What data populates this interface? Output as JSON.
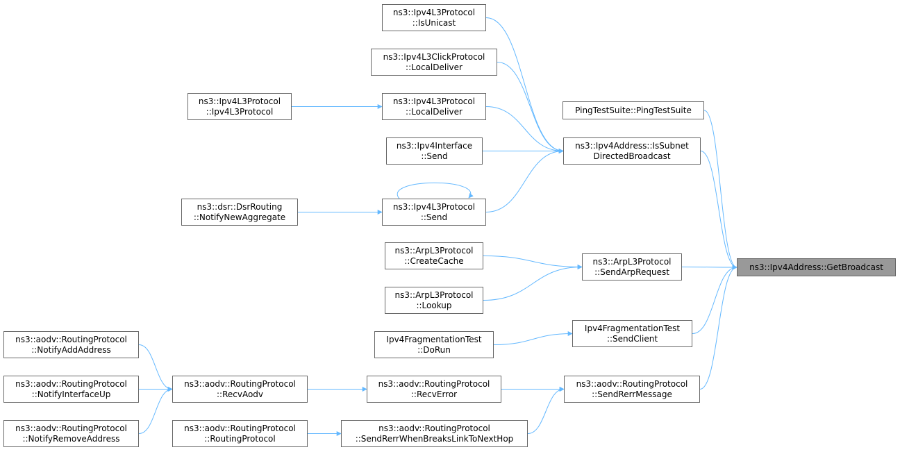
{
  "colors": {
    "edge": "#63b8ff",
    "border": "#666666",
    "focus_fill": "#999999"
  },
  "nodes": {
    "isunicast": {
      "line1": "ns3::Ipv4L3Protocol",
      "line2": "::IsUnicast"
    },
    "clicklocal": {
      "line1": "ns3::Ipv4L3ClickProtocol",
      "line2": "::LocalDeliver"
    },
    "ipv4l3ctor": {
      "line1": "ns3::Ipv4L3Protocol",
      "line2": "::Ipv4L3Protocol"
    },
    "localdeliver": {
      "line1": "ns3::Ipv4L3Protocol",
      "line2": "::LocalDeliver"
    },
    "ifsend": {
      "line1": "ns3::Ipv4Interface",
      "line2": "::Send"
    },
    "dsrnotify": {
      "line1": "ns3::dsr::DsrRouting",
      "line2": "::NotifyNewAggregate"
    },
    "l3send": {
      "line1": "ns3::Ipv4L3Protocol",
      "line2": "::Send"
    },
    "pingtest": {
      "line1": "PingTestSuite::PingTestSuite"
    },
    "subnetbcast": {
      "line1": "ns3::Ipv4Address::IsSubnet",
      "line2": "DirectedBroadcast"
    },
    "createcache": {
      "line1": "ns3::ArpL3Protocol",
      "line2": "::CreateCache"
    },
    "arplookup": {
      "line1": "ns3::ArpL3Protocol",
      "line2": "::Lookup"
    },
    "sendarp": {
      "line1": "ns3::ArpL3Protocol",
      "line2": "::SendArpRequest"
    },
    "getbroadcast": {
      "line1": "ns3::Ipv4Address::GetBroadcast"
    },
    "fragdorun": {
      "line1": "Ipv4FragmentationTest",
      "line2": "::DoRun"
    },
    "fragsend": {
      "line1": "Ipv4FragmentationTest",
      "line2": "::SendClient"
    },
    "notifyadd": {
      "line1": "ns3::aodv::RoutingProtocol",
      "line2": "::NotifyAddAddress"
    },
    "notifyup": {
      "line1": "ns3::aodv::RoutingProtocol",
      "line2": "::NotifyInterfaceUp"
    },
    "notifyremove": {
      "line1": "ns3::aodv::RoutingProtocol",
      "line2": "::NotifyRemoveAddress"
    },
    "recvaodv": {
      "line1": "ns3::aodv::RoutingProtocol",
      "line2": "::RecvAodv"
    },
    "rpctor": {
      "line1": "ns3::aodv::RoutingProtocol",
      "line2": "::RoutingProtocol"
    },
    "recverror": {
      "line1": "ns3::aodv::RoutingProtocol",
      "line2": "::RecvError"
    },
    "rerrbreaks": {
      "line1": "ns3::aodv::RoutingProtocol",
      "line2": "::SendRerrWhenBreaksLinkToNextHop"
    },
    "sendrerr": {
      "line1": "ns3::aodv::RoutingProtocol",
      "line2": "::SendRerrMessage"
    }
  },
  "edges": [
    [
      "ipv4l3ctor",
      "localdeliver"
    ],
    [
      "dsrnotify",
      "l3send"
    ],
    [
      "isunicast",
      "subnetbcast"
    ],
    [
      "clicklocal",
      "subnetbcast"
    ],
    [
      "localdeliver",
      "subnetbcast"
    ],
    [
      "ifsend",
      "subnetbcast"
    ],
    [
      "l3send",
      "subnetbcast"
    ],
    [
      "l3send",
      "l3send"
    ],
    [
      "createcache",
      "sendarp"
    ],
    [
      "arplookup",
      "sendarp"
    ],
    [
      "fragdorun",
      "fragsend"
    ],
    [
      "notifyadd",
      "recvaodv"
    ],
    [
      "notifyup",
      "recvaodv"
    ],
    [
      "notifyremove",
      "recvaodv"
    ],
    [
      "recvaodv",
      "recverror"
    ],
    [
      "rpctor",
      "rerrbreaks"
    ],
    [
      "recverror",
      "sendrerr"
    ],
    [
      "rerrbreaks",
      "sendrerr"
    ],
    [
      "pingtest",
      "getbroadcast"
    ],
    [
      "subnetbcast",
      "getbroadcast"
    ],
    [
      "sendarp",
      "getbroadcast"
    ],
    [
      "fragsend",
      "getbroadcast"
    ],
    [
      "sendrerr",
      "getbroadcast"
    ]
  ]
}
